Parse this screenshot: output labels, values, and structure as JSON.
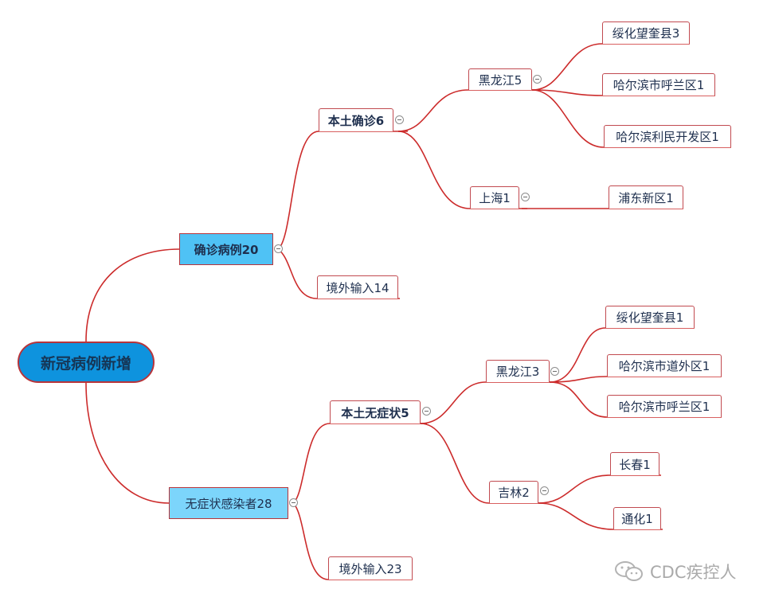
{
  "root": "新冠病例新增",
  "branches": {
    "confirmed": "确诊病例20",
    "asymptomatic": "无症状感染者28"
  },
  "confirmed": {
    "local": "本土确诊6",
    "imported": "境外输入14",
    "heilongjiang": "黑龙江5",
    "shanghai": "上海1",
    "hlj_items": [
      "绥化望奎县3",
      "哈尔滨市呼兰区1",
      "哈尔滨利民开发区1"
    ],
    "sh_items": [
      "浦东新区1"
    ]
  },
  "asymptomatic": {
    "local": "本土无症状5",
    "imported": "境外输入23",
    "heilongjiang": "黑龙江3",
    "jilin": "吉林2",
    "hlj_items": [
      "绥化望奎县1",
      "哈尔滨市道外区1",
      "哈尔滨市呼兰区1"
    ],
    "jl_items": [
      "长春1",
      "通化1"
    ]
  },
  "watermark": "CDC疾控人",
  "colors": {
    "line": "#cc2b2b",
    "root": "#0e93de",
    "branch_confirmed": "#4fc2f5",
    "branch_asymptomatic": "#7cd5fb"
  }
}
